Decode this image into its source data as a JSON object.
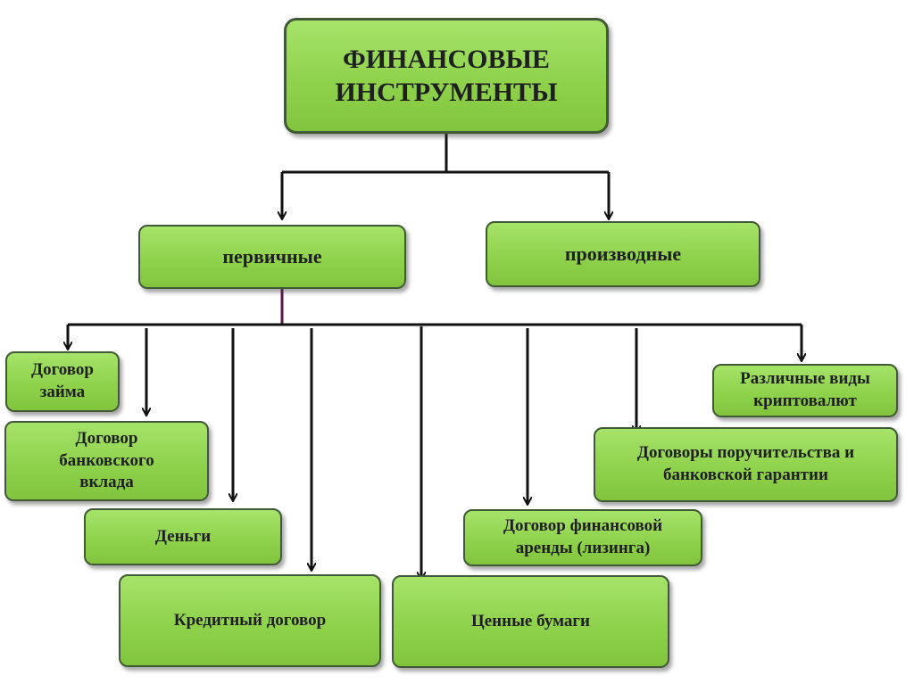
{
  "root": {
    "label": "ФИНАНСОВЫЕ\nИНСТРУМЕНТЫ"
  },
  "categories": {
    "primary": {
      "label": "первичные"
    },
    "derivative": {
      "label": "производные"
    }
  },
  "items": {
    "loan": {
      "label": "Договор\nзайма"
    },
    "deposit": {
      "label": "Договор\nбанковского\nвклада"
    },
    "money": {
      "label": "Деньги"
    },
    "credit": {
      "label": "Кредитный договор"
    },
    "securities": {
      "label": "Ценные бумаги"
    },
    "leasing": {
      "label": "Договор финансовой\nаренды (лизинга)"
    },
    "guarantee": {
      "label": "Договоры поручительства и\nбанковской гарантии"
    },
    "crypto": {
      "label": "Различные виды\nкриптовалют"
    }
  },
  "colors": {
    "box_fill": "#8fd24c",
    "box_border": "#3f5a35",
    "connector": "#111111",
    "text": "#1f1f1f"
  }
}
